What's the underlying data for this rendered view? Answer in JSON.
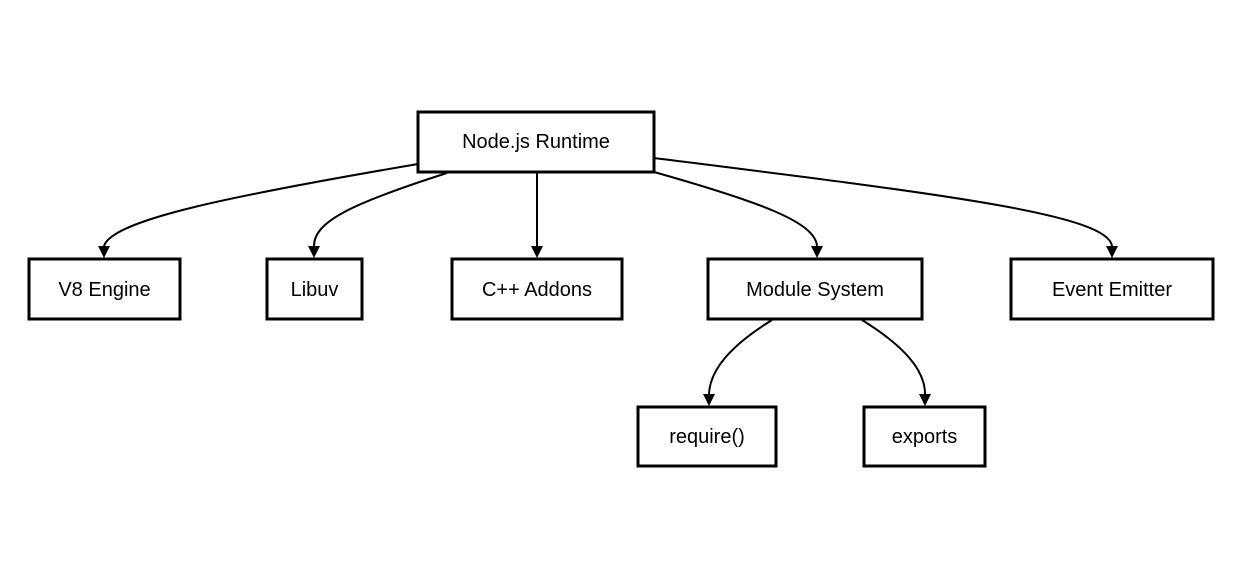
{
  "diagram": {
    "nodes": {
      "runtime": {
        "label": "Node.js Runtime"
      },
      "v8": {
        "label": "V8 Engine"
      },
      "libuv": {
        "label": "Libuv"
      },
      "addons": {
        "label": "C++ Addons"
      },
      "modules": {
        "label": "Module System"
      },
      "events": {
        "label": "Event Emitter"
      },
      "require": {
        "label": "require()"
      },
      "exports": {
        "label": "exports"
      }
    },
    "edges": [
      {
        "from": "runtime",
        "to": "v8"
      },
      {
        "from": "runtime",
        "to": "libuv"
      },
      {
        "from": "runtime",
        "to": "addons"
      },
      {
        "from": "runtime",
        "to": "modules"
      },
      {
        "from": "runtime",
        "to": "events"
      },
      {
        "from": "modules",
        "to": "require"
      },
      {
        "from": "modules",
        "to": "exports"
      }
    ]
  }
}
